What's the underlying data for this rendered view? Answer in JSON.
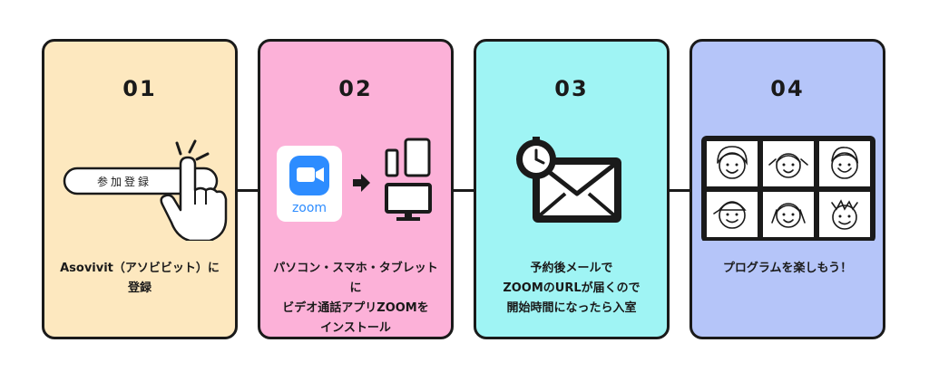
{
  "colors": {
    "step1": "#fde8bf",
    "step2": "#fcb1d8",
    "step3": "#9ff4f4",
    "step4": "#b5c5f9",
    "outline": "#1a1a1a",
    "zoom_blue": "#2d8cff"
  },
  "steps": [
    {
      "number": "01",
      "illustration": "register-button-tap-icon",
      "button_label": "参加登録",
      "lines": [
        "Asovivit（アソビビット）に",
        "登録"
      ]
    },
    {
      "number": "02",
      "illustration": "zoom-to-devices-icon",
      "app_label": "zoom",
      "lines": [
        "パソコン・スマホ・タブレットに",
        "ビデオ通話アプリZOOMを",
        "インストール"
      ]
    },
    {
      "number": "03",
      "illustration": "mail-with-clock-icon",
      "lines": [
        "予約後メールで",
        "ZOOMのURLが届くので",
        "開始時間になったら入室"
      ]
    },
    {
      "number": "04",
      "illustration": "video-call-faces-grid-icon",
      "lines": [
        "プログラムを楽しもう！"
      ]
    }
  ]
}
